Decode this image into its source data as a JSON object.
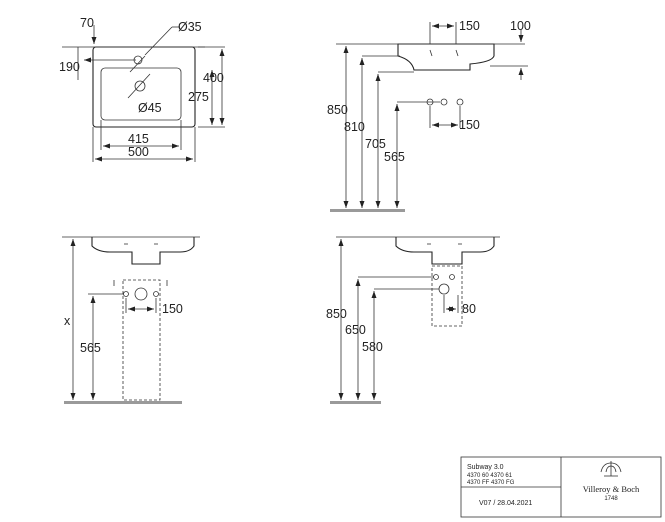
{
  "top_view": {
    "dim_70": "70",
    "dim_d35": "Ø35",
    "dim_190": "190",
    "dim_400": "400",
    "dim_275": "275",
    "dim_d45": "Ø45",
    "dim_415": "415",
    "dim_500": "500"
  },
  "side_view": {
    "dim_150": "150",
    "dim_100": "100",
    "dim_850": "850",
    "dim_810": "810",
    "dim_705": "705",
    "dim_565": "565",
    "dim_150b": "150"
  },
  "front_pedestal_view": {
    "dim_x": "x",
    "dim_565": "565",
    "dim_150": "150"
  },
  "front_siphon_view": {
    "dim_850": "850",
    "dim_650": "650",
    "dim_580": "580",
    "dim_80": "80"
  },
  "title_block": {
    "product": "Subway 3.0",
    "codes_line1": "4370 60 4370 61",
    "codes_line2": "4370 FF 4370 FG",
    "version": "V07 / 28.04.2021",
    "brand": "Villeroy & Boch",
    "brand_year": "1748"
  }
}
